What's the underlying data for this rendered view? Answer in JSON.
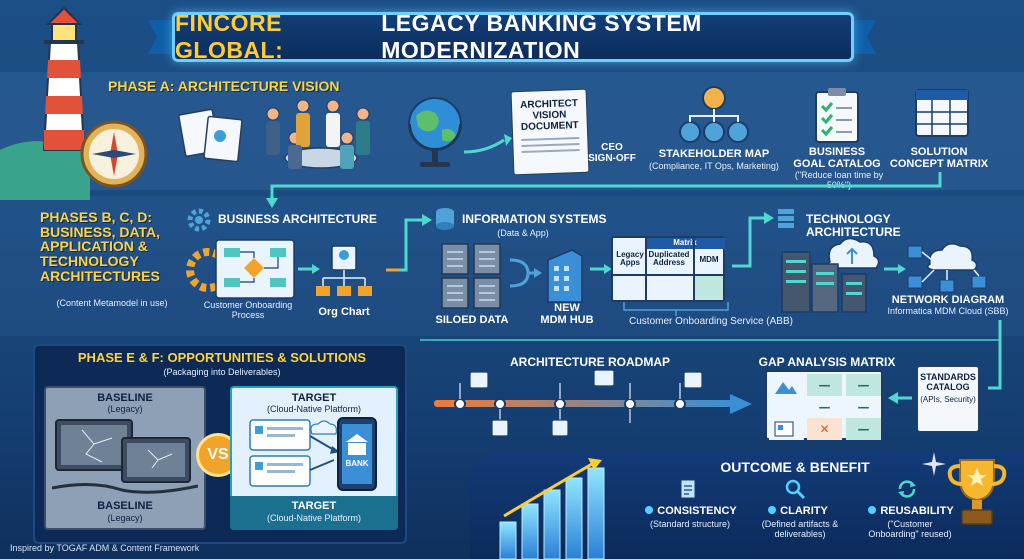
{
  "title": {
    "part1": "FINCORE GLOBAL:",
    "part2": "LEGACY BANKING SYSTEM MODERNIZATION"
  },
  "phase_a": {
    "heading": "PHASE A: ARCHITECTURE VISION",
    "vision_doc": "ARCHITECT VISION DOCUMENT",
    "ceo": "CEO SIGN-OFF",
    "stakeholder_title": "STAKEHOLDER MAP",
    "stakeholder_sub": "(Compliance, IT Ops, Marketing)",
    "goal_title": "BUSINESS GOAL CATALOG",
    "goal_sub": "(\"Reduce loan time by 50%\")",
    "solution_title": "SOLUTION CONCEPT MATRIX"
  },
  "phase_bcd": {
    "heading": "PHASES B, C, D: BUSINESS, DATA, APPLICATION & TECHNOLOGY ARCHITECTURES",
    "sub": "(Content Metamodel in use)",
    "business_title": "BUSINESS ARCHITECTURE",
    "onboarding": "Customer Onboarding Process",
    "org_chart": "Org Chart",
    "info_title": "INFORMATION SYSTEMS",
    "info_sub": "(Data & App)",
    "siloed": "SILOED DATA",
    "mdm_hub": "NEW MDM HUB",
    "matrix_title": "Matrix",
    "matrix_col1": "Legacy Apps",
    "matrix_col2": "Duplicated Address",
    "matrix_col3": "MDM",
    "service": "Customer Onboarding Service (ABB)",
    "tech_title": "TECHNOLOGY ARCHITECTURE",
    "network_title": "NETWORK DIAGRAM",
    "network_sub": "Informatica MDM Cloud (SBB)"
  },
  "phase_ef": {
    "heading": "PHASE E & F: OPPORTUNITIES & SOLUTIONS",
    "sub": "(Packaging into Deliverables)",
    "baseline_title": "BASELINE",
    "baseline_sub": "(Legacy)",
    "target_title": "TARGET",
    "target_sub": "(Cloud-Native Platform)",
    "vs": "VS",
    "bank": "BANK"
  },
  "roadmap": {
    "title": "ARCHITECTURE ROADMAP",
    "gap_title": "GAP ANALYSIS MATRIX",
    "standards_title": "STANDARDS CATALOG",
    "standards_sub": "(APIs, Security)"
  },
  "outcome": {
    "title": "OUTCOME & BENEFIT",
    "items": [
      {
        "title": "CONSISTENCY",
        "sub": "(Standard structure)"
      },
      {
        "title": "CLARITY",
        "sub": "(Defined artifacts & deliverables)"
      },
      {
        "title": "REUSABILITY",
        "sub": "(\"Customer Onboarding\" reused)"
      }
    ]
  },
  "footer": "Inspired by TOGAF ADM & Content Framework",
  "colors": {
    "accent_yellow": "#ffd23f",
    "accent_cyan": "#4fd8d0",
    "panel_dark": "#0c2a55",
    "orange": "#f1a32a"
  }
}
